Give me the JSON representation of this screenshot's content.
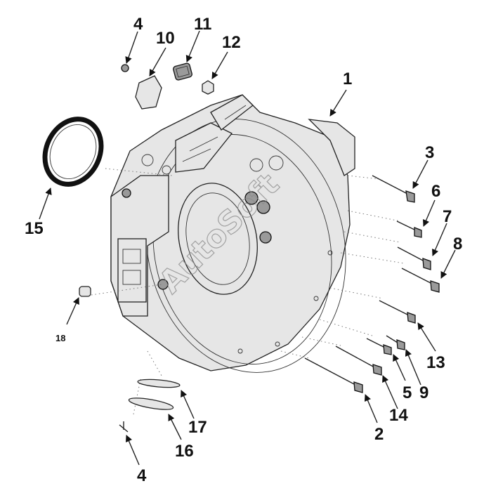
{
  "diagram": {
    "callouts": [
      "1",
      "2",
      "3",
      "4",
      "4",
      "5",
      "6",
      "7",
      "8",
      "9",
      "10",
      "11",
      "12",
      "13",
      "14",
      "15",
      "16",
      "17",
      "18"
    ],
    "watermark": "AutoSoft"
  }
}
